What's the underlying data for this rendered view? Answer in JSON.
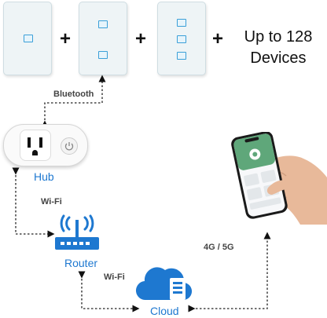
{
  "headline": {
    "line1": "Up to 128",
    "line2": "Devices"
  },
  "plus_symbol": "+",
  "labels": {
    "bluetooth": "Bluetooth",
    "hub": "Hub",
    "wifi_hub": "Wi-Fi",
    "router": "Router",
    "wifi_router": "Wi-Fi",
    "cloud": "Cloud",
    "cellular": "4G / 5G"
  },
  "colors": {
    "accent_blue": "#1e78d0",
    "indicator_blue": "#3a9fd8",
    "panel": "#eef4f6"
  }
}
